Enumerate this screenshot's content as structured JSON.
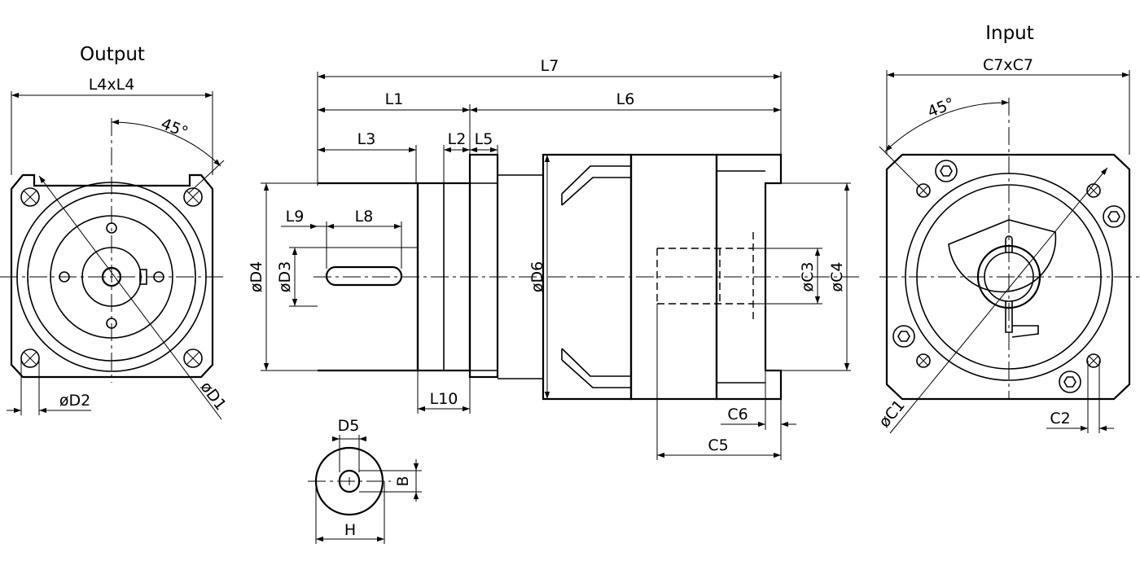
{
  "titles": {
    "output": "Output",
    "input": "Input"
  },
  "dimensions": {
    "l4xl4": "L4xL4",
    "angle_out": "45°",
    "d2": "øD2",
    "d1": "øD1",
    "l7": "L7",
    "l1": "L1",
    "l6": "L6",
    "l3": "L3",
    "l2": "L2",
    "l5": "L5",
    "l9": "L9",
    "l8": "L8",
    "d4": "øD4",
    "d3": "øD3",
    "d6": "øD6",
    "c3": "øC3",
    "c4": "øC4",
    "l10": "L10",
    "c6": "C6",
    "c5": "C5",
    "d5": "D5",
    "b": "B",
    "h": "H",
    "c7xc7": "C7xC7",
    "angle_in": "45°",
    "c1": "øC1",
    "c2": "C2"
  }
}
